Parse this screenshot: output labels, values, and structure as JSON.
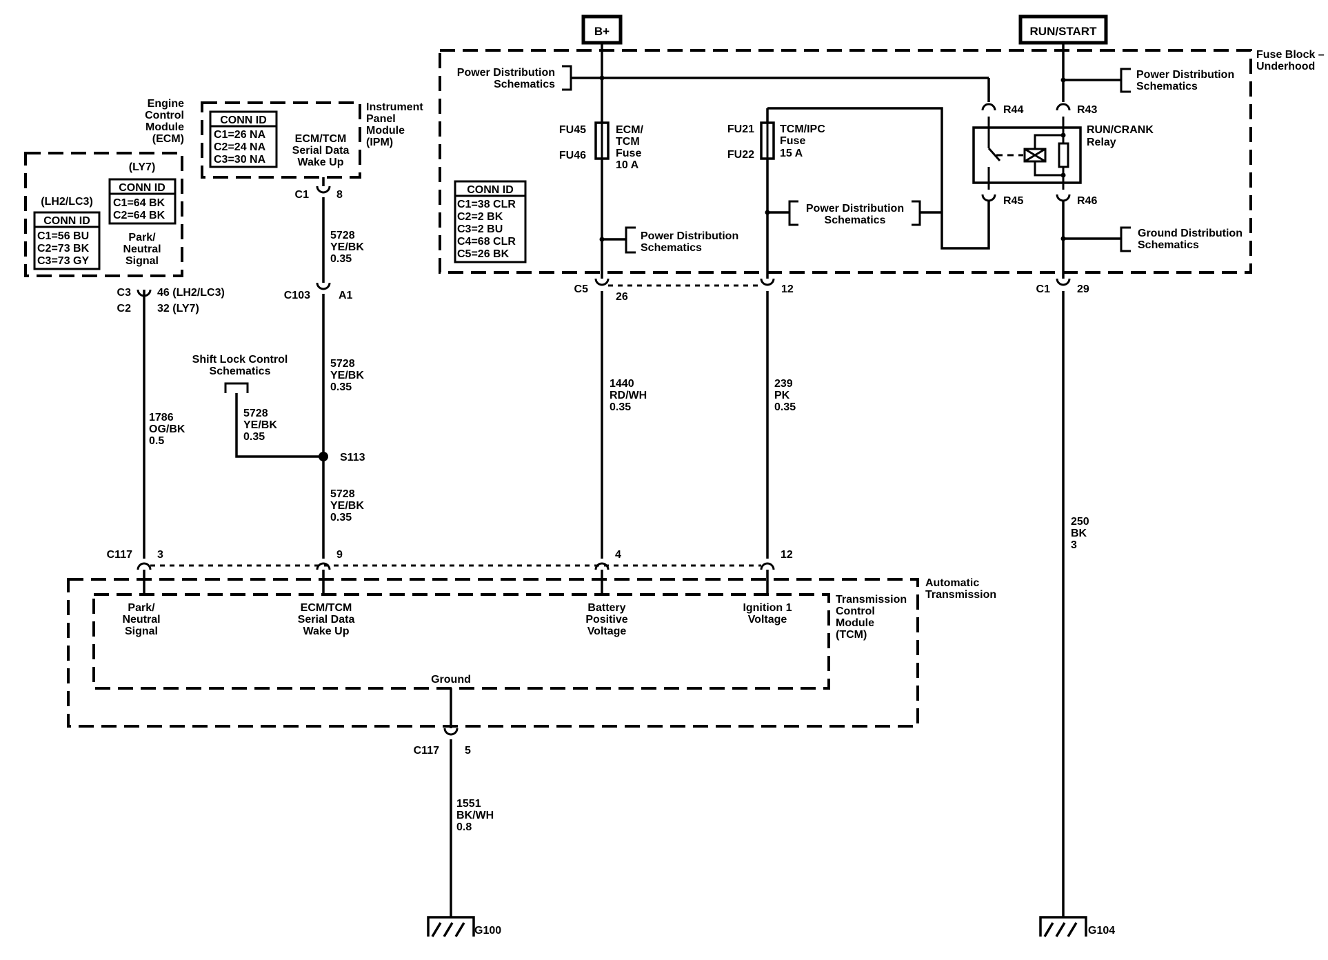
{
  "supplies": {
    "bplus": "B+",
    "runstart": "RUN/START"
  },
  "fuse_block": {
    "label": [
      "Fuse Block –",
      "Underhood"
    ]
  },
  "pd_left": [
    "Power Distribution",
    "Schematics"
  ],
  "pd_right": [
    "Power Distribution",
    "Schematics"
  ],
  "pd_mid": [
    "Power Distribution",
    "Schematics"
  ],
  "pd_low": [
    "Power Distribution",
    "Schematics"
  ],
  "gd_right": [
    "Ground Distribution",
    "Schematics"
  ],
  "fuse1": {
    "ids": [
      "FU45",
      "FU46"
    ],
    "label": [
      "ECM/",
      "TCM",
      "Fuse",
      "10 A"
    ]
  },
  "fuse2": {
    "ids": [
      "FU21",
      "FU22"
    ],
    "label": [
      "TCM/IPC",
      "Fuse",
      "15 A"
    ]
  },
  "fb_conn": {
    "title": "CONN ID",
    "rows": [
      "C1=38 CLR",
      "C2=2 BK",
      "C3=2 BU",
      "C4=68 CLR",
      "C5=26 BK"
    ]
  },
  "relay": {
    "label": [
      "RUN/CRANK",
      "Relay"
    ],
    "r44": "R44",
    "r43": "R43",
    "r45": "R45",
    "r46": "R46"
  },
  "ecm": {
    "label": [
      "Engine",
      "Control",
      "Module",
      "(ECM)"
    ],
    "ly7_label": "(LY7)",
    "lh2_label": "(LH2/LC3)",
    "conn_ly7": {
      "title": "CONN ID",
      "rows": [
        "C1=64 BK",
        "C2=64 BK"
      ]
    },
    "conn_lh2": {
      "title": "CONN ID",
      "rows": [
        "C1=56 BU",
        "C2=73 BK",
        "C3=73 GY"
      ]
    },
    "pin_label": [
      "Park/",
      "Neutral",
      "Signal"
    ],
    "conn_names": [
      "C3",
      "C2"
    ],
    "conn_pins": [
      "46 (LH2/LC3)",
      "32 (LY7)"
    ]
  },
  "ipm": {
    "label": [
      "Instrument",
      "Panel",
      "Module",
      "(IPM)"
    ],
    "conn": {
      "title": "CONN ID",
      "rows": [
        "C1=26 NA",
        "C2=24 NA",
        "C3=30 NA"
      ]
    },
    "pin_label": [
      "ECM/TCM",
      "Serial Data",
      "Wake Up"
    ],
    "conn_name": "C1",
    "conn_pin": "8"
  },
  "wires": {
    "w_ecm": [
      "1786",
      "OG/BK",
      "0.5"
    ],
    "w_ipm1": [
      "5728",
      "YE/BK",
      "0.35"
    ],
    "w_ipm2": [
      "5728",
      "YE/BK",
      "0.35"
    ],
    "w_ipm3": [
      "5728",
      "YE/BK",
      "0.35"
    ],
    "w_slc": [
      "5728",
      "YE/BK",
      "0.35"
    ],
    "w_batt": [
      "1440",
      "RD/WH",
      "0.35"
    ],
    "w_ign": [
      "239",
      "PK",
      "0.35"
    ],
    "w_run": [
      "250",
      "BK",
      "3"
    ],
    "w_gnd": [
      "1551",
      "BK/WH",
      "0.8"
    ]
  },
  "connectors": {
    "c103": "C103",
    "c103_pin": "A1",
    "c5": "C5",
    "c5_pin": "26",
    "c5_pin2": "12",
    "c1": "C1",
    "c1_pin": "29",
    "c117": "C117",
    "p3": "3",
    "p9": "9",
    "p4": "4",
    "p12": "12",
    "c117b": "C117",
    "p5": "5"
  },
  "splice": {
    "name": "S113"
  },
  "shift_lock": [
    "Shift Lock Control",
    "Schematics"
  ],
  "auto_trans": [
    "Automatic",
    "Transmission"
  ],
  "tcm": {
    "label": [
      "Transmission",
      "Control",
      "Module",
      "(TCM)"
    ],
    "pins": {
      "pn": [
        "Park/",
        "Neutral",
        "Signal"
      ],
      "sd": [
        "ECM/TCM",
        "Serial Data",
        "Wake Up"
      ],
      "bat": [
        "Battery",
        "Positive",
        "Voltage"
      ],
      "ign": [
        "Ignition 1",
        "Voltage"
      ]
    },
    "ground": "Ground"
  },
  "grounds": {
    "g100": "G100",
    "g104": "G104"
  }
}
